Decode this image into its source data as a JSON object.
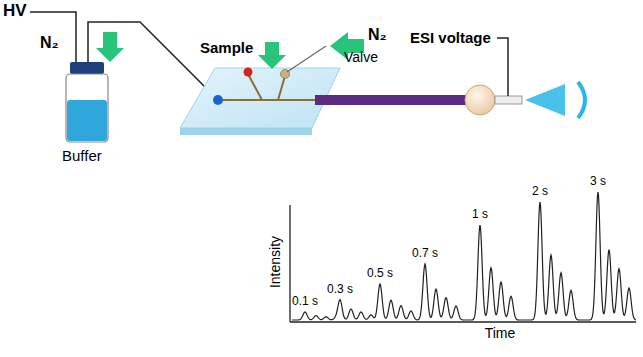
{
  "diagram": {
    "labels": [
      "HV",
      "N₂",
      "Sample",
      "N₂",
      "Valve",
      "ESI voltage",
      "Buffer",
      "0.1 s",
      "0.3 s",
      "0.5 s",
      "0.7 s",
      "1 s",
      "2 s",
      "3 s",
      "Intensity",
      "Time"
    ]
  }
}
